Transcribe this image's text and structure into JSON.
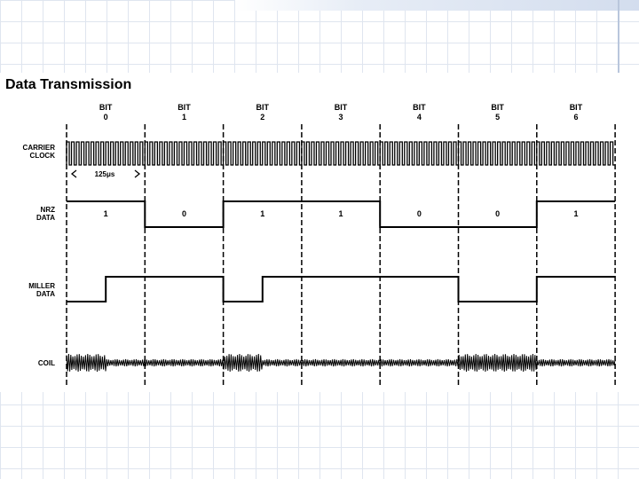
{
  "title": "Data Transmission",
  "bit_labels": [
    {
      "top": "BIT",
      "num": "0"
    },
    {
      "top": "BIT",
      "num": "1"
    },
    {
      "top": "BIT",
      "num": "2"
    },
    {
      "top": "BIT",
      "num": "3"
    },
    {
      "top": "BIT",
      "num": "4"
    },
    {
      "top": "BIT",
      "num": "5"
    },
    {
      "top": "BIT",
      "num": "6"
    }
  ],
  "rows": {
    "carrier": {
      "line1": "CARRIER",
      "line2": "CLOCK"
    },
    "nrz": {
      "line1": "NRZ",
      "line2": "DATA"
    },
    "miller": {
      "line1": "MILLER",
      "line2": "DATA"
    },
    "coil": {
      "line1": "COIL"
    }
  },
  "period_label": "125μs",
  "nrz_bits": [
    "1",
    "0",
    "1",
    "1",
    "0",
    "0",
    "1"
  ],
  "miller_levels": [
    0,
    1,
    1,
    1,
    0,
    1,
    1,
    1,
    1,
    1,
    0,
    0,
    1,
    1
  ],
  "colors": {
    "ink": "#000000",
    "grid": "#dfe5ef"
  }
}
